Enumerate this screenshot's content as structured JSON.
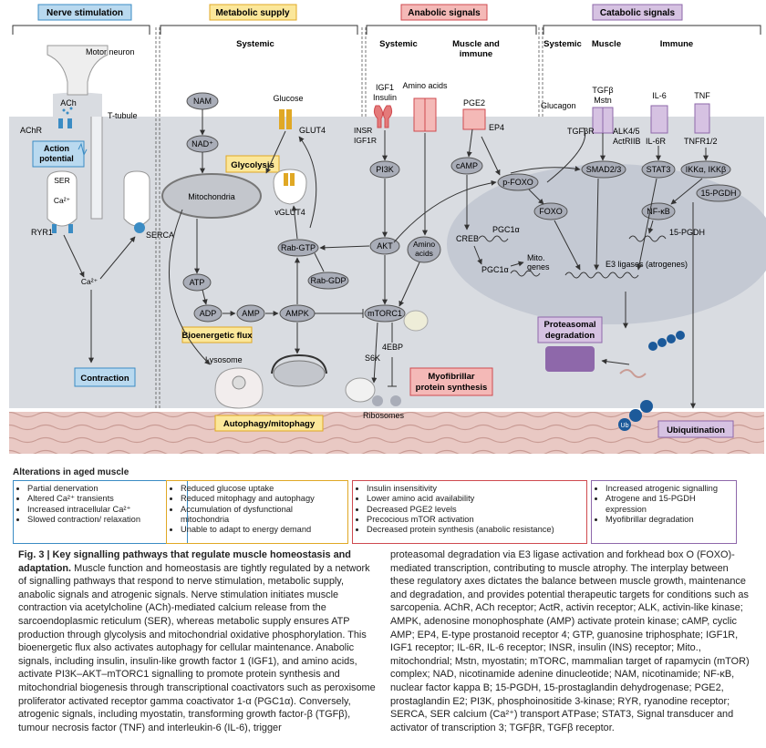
{
  "sections": {
    "nerve": "Nerve stimulation",
    "metabolic": "Metabolic supply",
    "anabolic": "Anabolic signals",
    "catabolic": "Catabolic signals"
  },
  "subheads": {
    "systemic_meta": "Systemic",
    "systemic_ana": "Systemic",
    "muscle_immune": "Muscle and immune",
    "systemic_cat": "Systemic",
    "muscle": "Muscle",
    "immune": "Immune"
  },
  "labels": {
    "motor_neuron": "Motor neuron",
    "ach": "ACh",
    "achr": "AChR",
    "t_tubule": "T-tubule",
    "action_potential": "Action potential",
    "ser": "SER",
    "ca2": "Ca²⁺",
    "ryr1": "RYR1",
    "serca": "SERCA",
    "ca2_cyt": "Ca²⁺",
    "contraction": "Contraction",
    "nam": "NAM",
    "nad": "NAD⁺",
    "mitochondria": "Mitochondria",
    "glucose": "Glucose",
    "glut4": "GLUT4",
    "glycolysis": "Glycolysis",
    "vglut4": "vGLUT4",
    "atp": "ATP",
    "adp": "ADP",
    "amp": "AMP",
    "ampk": "AMPK",
    "bioenergetic": "Bioenergetic flux",
    "rab_gtp": "Rab-GTP",
    "rab_gdp": "Rab-GDP",
    "lysosome": "Lysosome",
    "autophagy": "Autophagy/mitophagy",
    "igf1": "IGF1",
    "insulin": "Insulin",
    "insr": "INSR",
    "igf1r": "IGF1R",
    "pi3k": "PI3K",
    "akt": "AKT",
    "amino_acids_top": "Amino acids",
    "amino_acids": "Amino acids",
    "mtorc1": "mTORC1",
    "s6k": "S6K",
    "ebp4": "4EBP",
    "ribosomes": "Ribosomes",
    "myofib": "Myofibrillar protein synthesis",
    "pge2": "PGE2",
    "ep4": "EP4",
    "camp": "cAMP",
    "creb": "CREB",
    "pgc1a_1": "PGC1α",
    "pgc1a_2": "PGC1α",
    "mito_genes": "Mito. genes",
    "p_foxo": "p-FOXO",
    "foxo": "FOXO",
    "glucagon": "Glucagon",
    "tgfb": "TGFβ",
    "mstn": "Mstn",
    "tgfbr": "TGFβR",
    "alk": "ALK4/5",
    "actriib": "ActRIIB",
    "smad": "SMAD2/3",
    "il6": "IL-6",
    "il6r": "IL-6R",
    "stat3": "STAT3",
    "tnf": "TNF",
    "tnfr": "TNFR1/2",
    "ikk": "IKKα, IKKβ",
    "pgdh_box": "15-PGDH",
    "nfkb": "NF-κB",
    "pgdh_gene": "15-PGDH",
    "e3": "E3 ligases (atrogenes)",
    "proteasomal": "Proteasomal degradation",
    "ubiquitination": "Ubiquitination",
    "ub": "Ub"
  },
  "alterations": {
    "title": "Alterations in aged muscle",
    "nerve": [
      "Partial denervation",
      "Altered Ca²⁺ transients",
      "Increased intracellular Ca²⁺",
      "Slowed contraction/ relaxation"
    ],
    "metabolic": [
      "Reduced glucose uptake",
      "Reduced mitophagy and autophagy",
      "Accumulation of dysfunctional mitochondria",
      "Unable to adapt to energy demand"
    ],
    "anabolic": [
      "Insulin insensitivity",
      "Lower amino acid availability",
      "Decreased PGE2 levels",
      "Precocious mTOR activation",
      "Decreased protein synthesis (anabolic resistance)"
    ],
    "catabolic": [
      "Increased atrogenic signalling",
      "Atrogene and 15-PGDH expression",
      "Myofibrillar degradation"
    ]
  },
  "caption": {
    "fig": "Fig. 3 | Key signalling pathways that regulate muscle homeostasis and adaptation.",
    "left": "Muscle function and homeostasis are tightly regulated by a network of signalling pathways that respond to nerve stimulation, metabolic supply, anabolic signals and atrogenic signals. Nerve stimulation initiates muscle contraction via acetylcholine (ACh)-mediated calcium release from the sarcoendoplasmic reticulum (SER), whereas metabolic supply ensures ATP production through glycolysis and mitochondrial oxidative phosphorylation. This bioenergetic flux also activates autophagy for cellular maintenance. Anabolic signals, including insulin, insulin-like growth factor 1 (IGF1), and amino acids, activate PI3K–AKT–mTORC1 signalling to promote protein synthesis and mitochondrial biogenesis through transcriptional coactivators such as peroxisome proliferator activated receptor gamma coactivator 1-α (PGC1α). Conversely, atrogenic signals, including myostatin, transforming growth factor-β (TGFβ), tumour necrosis factor (TNF) and interleukin-6 (IL-6), trigger",
    "right": "proteasomal degradation via E3 ligase activation and forkhead box O (FOXO)-mediated transcription, contributing to muscle atrophy. The interplay between these regulatory axes dictates the balance between muscle growth, maintenance and degradation, and provides potential therapeutic targets for conditions such as sarcopenia. AChR, ACh receptor; ActR, activin receptor; ALK, activin-like kinase; AMPK, adenosine monophosphate (AMP) activate protein kinase; cAMP, cyclic AMP; EP4, E-type prostanoid receptor 4; GTP, guanosine triphosphate; IGF1R, IGF1 receptor; IL-6R, IL-6 receptor; INSR, insulin (INS) receptor; Mito., mitochondrial; Mstn, myostatin; mTORC, mammalian target of rapamycin (mTOR) complex; NAD, nicotinamide adenine dinucleotide; NAM, nicotinamide; NF-κB, nuclear factor kappa B; 15-PGDH, 15-prostaglandin dehydrogenase; PGE2, prostaglandin E2; PI3K, phosphoinositide 3-kinase; RYR, ryanodine receptor; SERCA, SER calcium (Ca²⁺) transport ATPase; STAT3, Signal transducer and activator of transcription 3; TGFβR, TGFβ receptor."
  },
  "colors": {
    "nerve_fill": "#b9d9ef",
    "nerve_border": "#3b8cc4",
    "meta_fill": "#fbe79a",
    "meta_border": "#e0a825",
    "ana_fill": "#f4b9b7",
    "ana_border": "#cf4a4f",
    "cat_fill": "#d6c2e2",
    "cat_border": "#8e68aa",
    "cell": "#d9dce1",
    "node": "#a9adb8",
    "nucleus": "#c4c9d3"
  }
}
